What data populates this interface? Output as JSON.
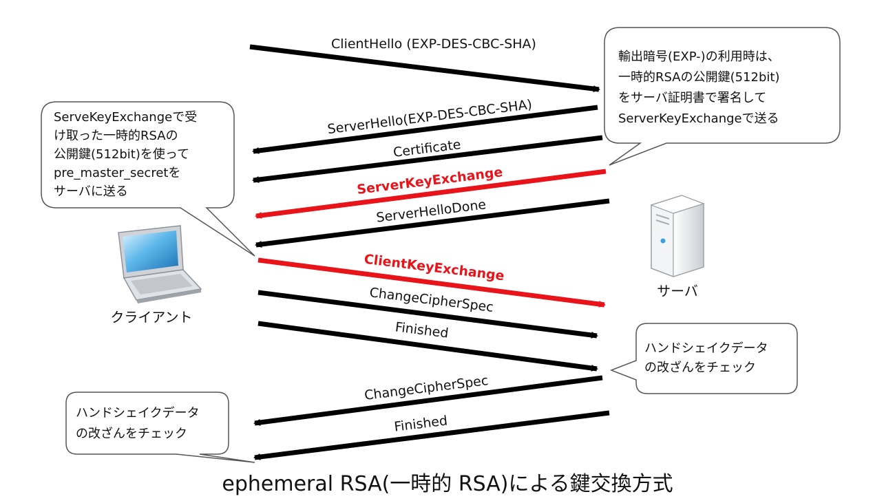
{
  "title": "ephemeral RSA(一時的 RSA)による鍵交換方式",
  "actors": {
    "client": "クライアント",
    "server": "サーバ"
  },
  "messages": [
    {
      "label": "ClientHello (EXP-DES-CBC-SHA)",
      "color": "#000000"
    },
    {
      "label": "ServerHello(EXP-DES-CBC-SHA)",
      "color": "#000000"
    },
    {
      "label": "Certificate",
      "color": "#000000"
    },
    {
      "label": "ServerKeyExchange",
      "color": "#e8141a"
    },
    {
      "label": "ServerHelloDone",
      "color": "#000000"
    },
    {
      "label": "ClientKeyExchange",
      "color": "#e8141a"
    },
    {
      "label": "ChangeCipherSpec",
      "color": "#000000"
    },
    {
      "label": "Finished",
      "color": "#000000"
    },
    {
      "label": "ChangeCipherSpec",
      "color": "#000000"
    },
    {
      "label": "Finished",
      "color": "#000000"
    }
  ],
  "notes": {
    "server_export": [
      "輸出暗号(EXP-)の利用時は、",
      "一時的RSAの公開鍵(512bit)",
      "をサーバ証明書で署名して",
      "ServerKeyExchangeで送る"
    ],
    "client_key": [
      "ServeKeyExchangeで受",
      "け取った一時的RSAの",
      "公開鍵(512bit)を使って",
      "pre_master_secretを",
      "サーバに送る"
    ],
    "server_check": [
      "ハンドシェイクデータ",
      "の改ざんをチェック"
    ],
    "client_check": [
      "ハンドシェイクデータ",
      "の改ざんをチェック"
    ]
  }
}
